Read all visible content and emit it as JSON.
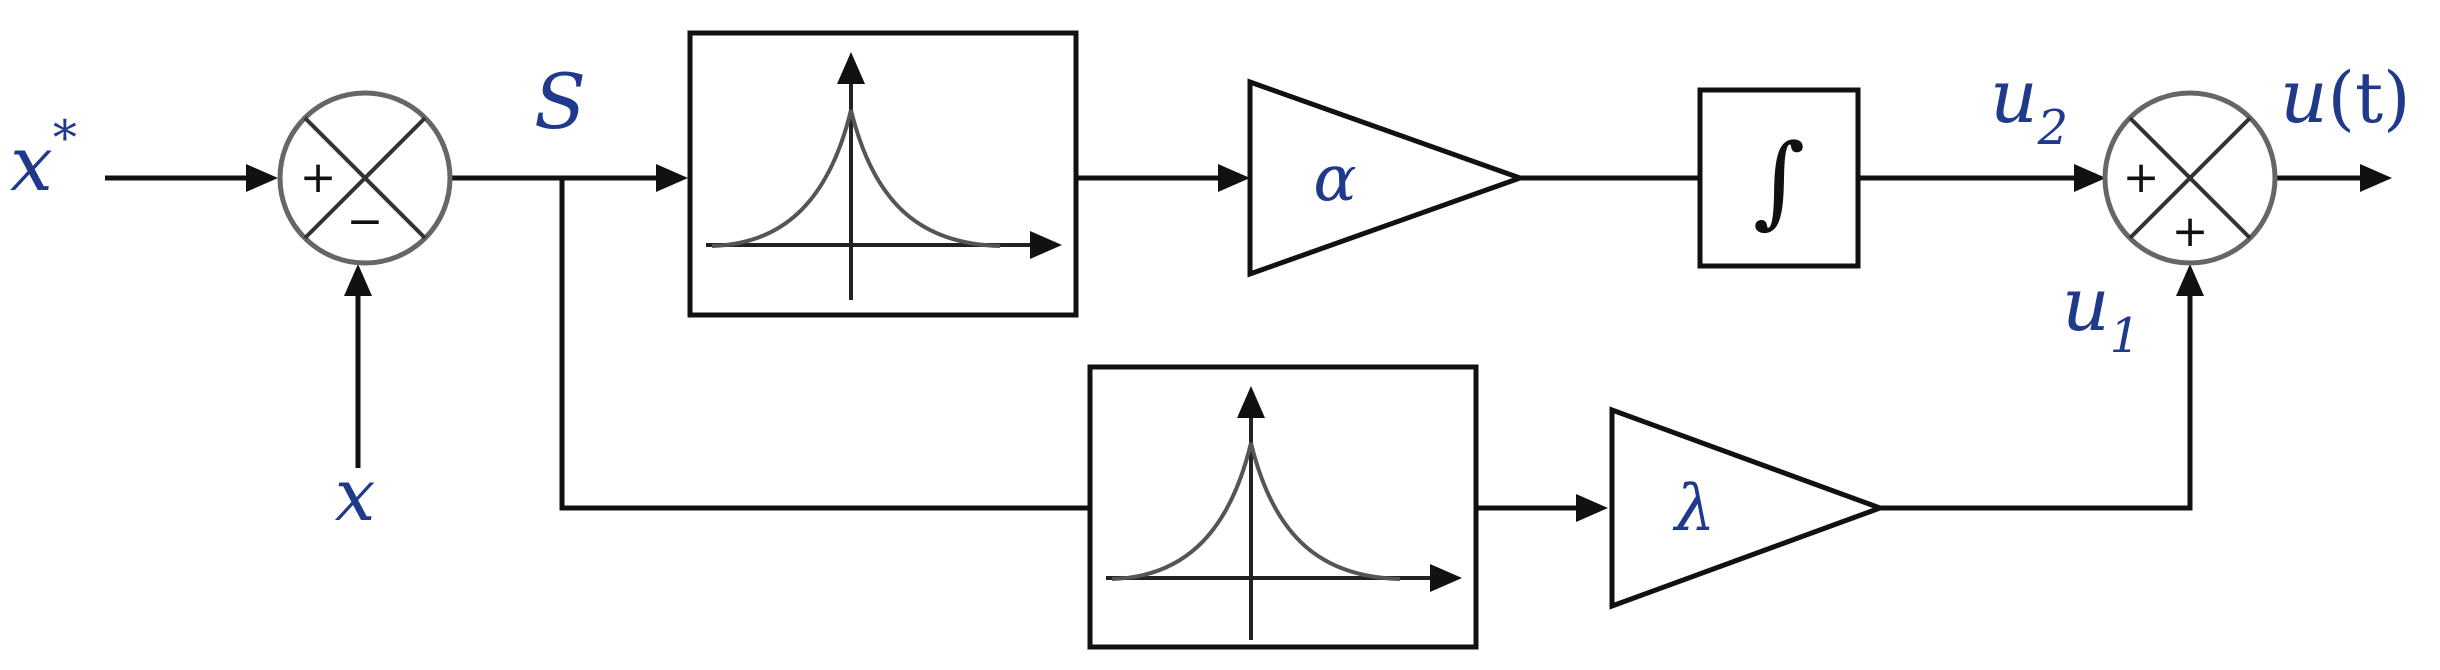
{
  "labels": {
    "setpoint": "x",
    "setpoint_sup": "*",
    "feedback": "x",
    "error": "S",
    "u2_base": "u",
    "u2_sub": "2",
    "u1_base": "u",
    "u1_sub": "1",
    "output_base": "u",
    "output_paren": "(t)",
    "alpha": "α",
    "lambda": "λ",
    "integral": "∫",
    "plus": "+",
    "minus": "−"
  }
}
